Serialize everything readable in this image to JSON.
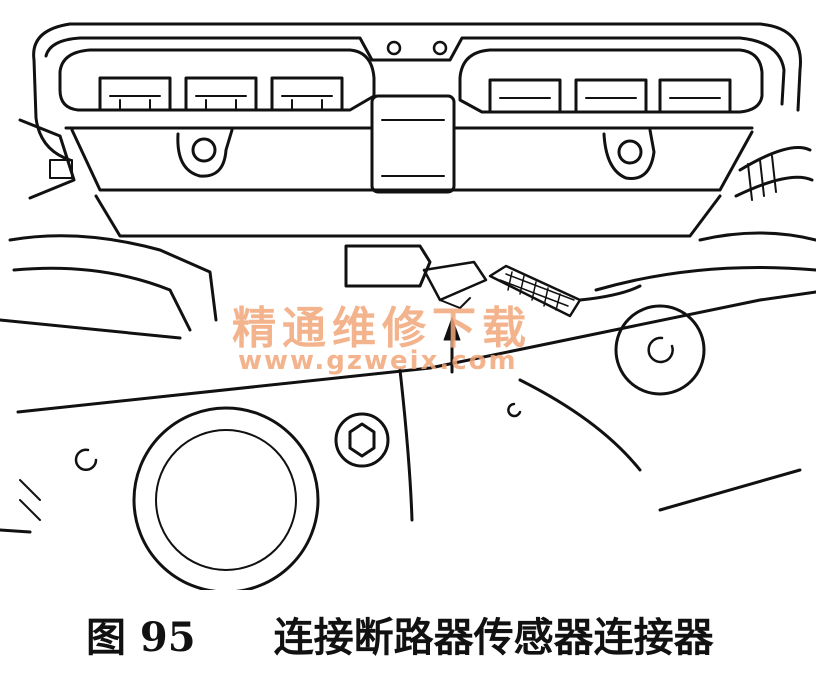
{
  "figure": {
    "number_label": "图 95",
    "caption": "连接断路器传感器连接器"
  },
  "watermark": {
    "text_cn": "精通维修下载",
    "url": "www.gzweix.com",
    "color": "#f2a679"
  },
  "colors": {
    "line": "#111111",
    "background": "#ffffff"
  }
}
